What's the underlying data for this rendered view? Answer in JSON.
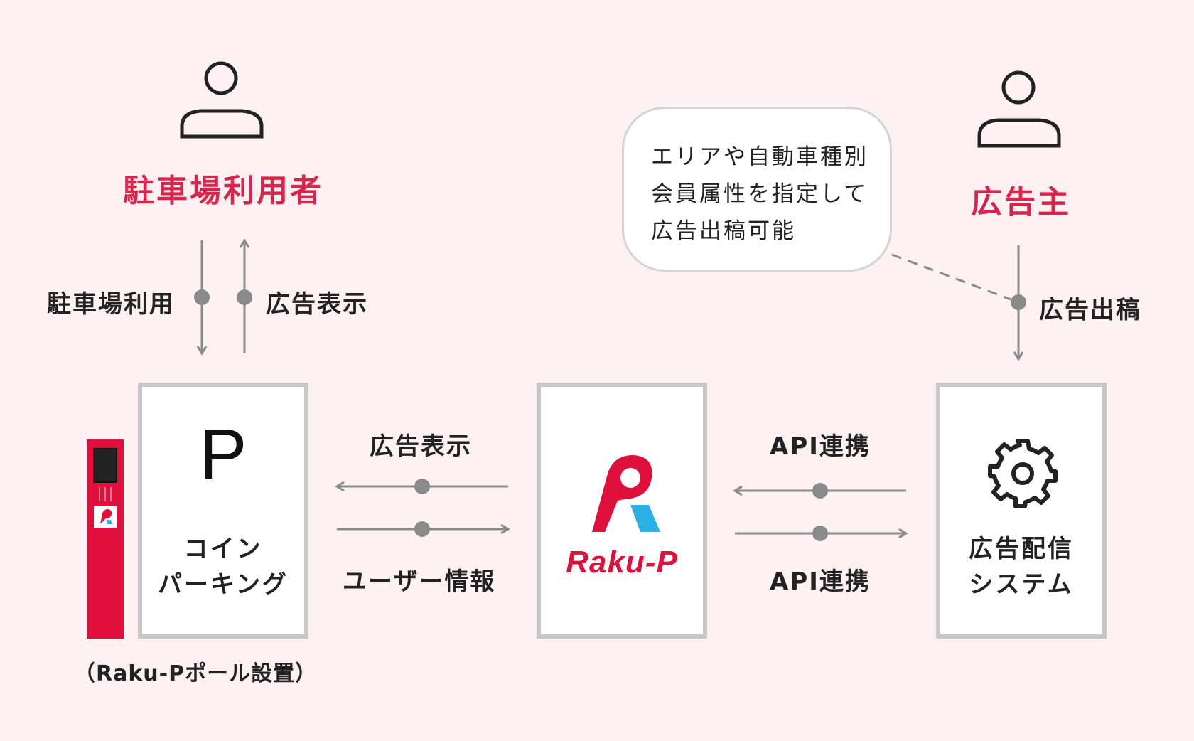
{
  "roles": {
    "user": "駐車場利用者",
    "advertiser": "広告主"
  },
  "bubble": {
    "lines": [
      "エリアや自動車種別",
      "会員属性を指定して",
      "広告出稿可能"
    ]
  },
  "flows": {
    "user_in": "駐車場利用",
    "user_out": "広告表示",
    "advertiser_out": "広告出稿",
    "parking_top": "広告表示",
    "parking_bottom": "ユーザー情報",
    "api_top": "API連携",
    "api_bottom": "API連携"
  },
  "boxes": {
    "parking_symbol": "P",
    "parking_line1": "コイン",
    "parking_line2": "パーキング",
    "rakup_logo_text": "Raku-P",
    "system_line1": "広告配信",
    "system_line2": "システム"
  },
  "pole_caption": "（Raku-Pポール設置）",
  "colors": {
    "background": "#fdf1f4",
    "accent_red": "#d9254c",
    "logo_red": "#e0103c",
    "logo_blue": "#2ab0e4",
    "line_gray": "#8a8a8a",
    "box_border": "#c8c8c8"
  }
}
